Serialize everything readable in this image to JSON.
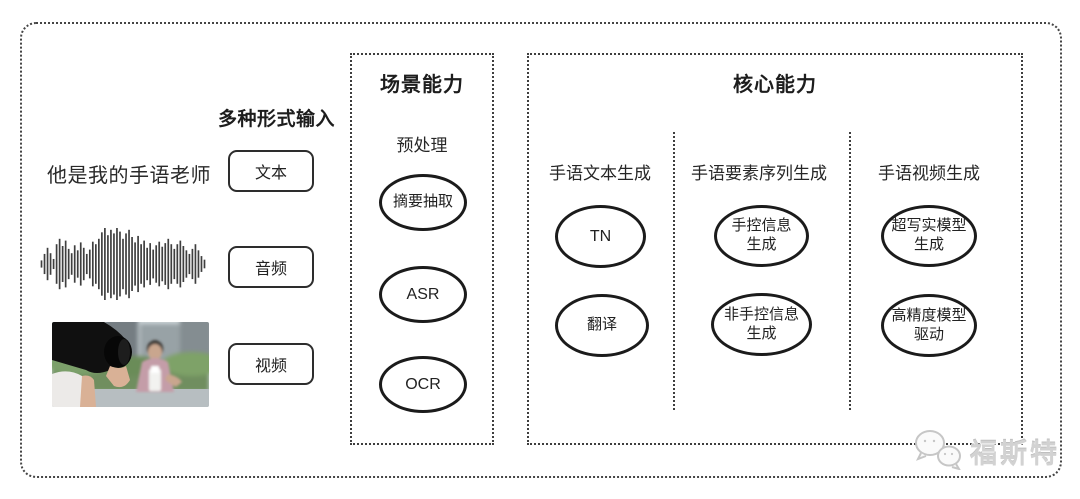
{
  "colors": {
    "ink": "#222222",
    "line": "#3e3e3e",
    "node_border": "#1b1b1b",
    "watermark": "#d2d2d2",
    "background": "#ffffff"
  },
  "input_section": {
    "heading": "多种形式输入",
    "text_sample": "他是我的手语老师",
    "labels": {
      "text": "文本",
      "audio": "音频",
      "video": "视频"
    },
    "waveform_envelope": [
      0.1,
      0.28,
      0.45,
      0.3,
      0.14,
      0.55,
      0.7,
      0.5,
      0.65,
      0.42,
      0.3,
      0.52,
      0.38,
      0.6,
      0.45,
      0.28,
      0.4,
      0.62,
      0.55,
      0.7,
      0.88,
      1.0,
      0.8,
      0.95,
      0.85,
      1.0,
      0.9,
      0.7,
      0.85,
      0.95,
      0.75,
      0.6,
      0.78,
      0.55,
      0.65,
      0.45,
      0.58,
      0.4,
      0.52,
      0.62,
      0.48,
      0.58,
      0.7,
      0.55,
      0.42,
      0.55,
      0.65,
      0.5,
      0.38,
      0.28,
      0.42,
      0.55,
      0.38,
      0.22,
      0.12
    ]
  },
  "scene_box": {
    "title": "场景能力",
    "subtitle": "预处理",
    "nodes": [
      {
        "lines": [
          "摘要抽取"
        ]
      },
      {
        "lines": [
          "ASR"
        ]
      },
      {
        "lines": [
          "OCR"
        ]
      }
    ]
  },
  "core_box": {
    "title": "核心能力",
    "columns": [
      {
        "header": "手语文本生成",
        "nodes": [
          {
            "lines": [
              "TN"
            ]
          },
          {
            "lines": [
              "翻译"
            ]
          }
        ]
      },
      {
        "header": "手语要素序列生成",
        "nodes": [
          {
            "lines": [
              "手控信息",
              "生成"
            ]
          },
          {
            "lines": [
              "非手控信息",
              "生成"
            ]
          }
        ]
      },
      {
        "header": "手语视频生成",
        "nodes": [
          {
            "lines": [
              "超写实模型",
              "生成"
            ]
          },
          {
            "lines": [
              "高精度模型",
              "驱动"
            ]
          }
        ]
      }
    ]
  },
  "watermark": {
    "text": "福斯特",
    "icon": "wechat-bubbles-icon"
  }
}
